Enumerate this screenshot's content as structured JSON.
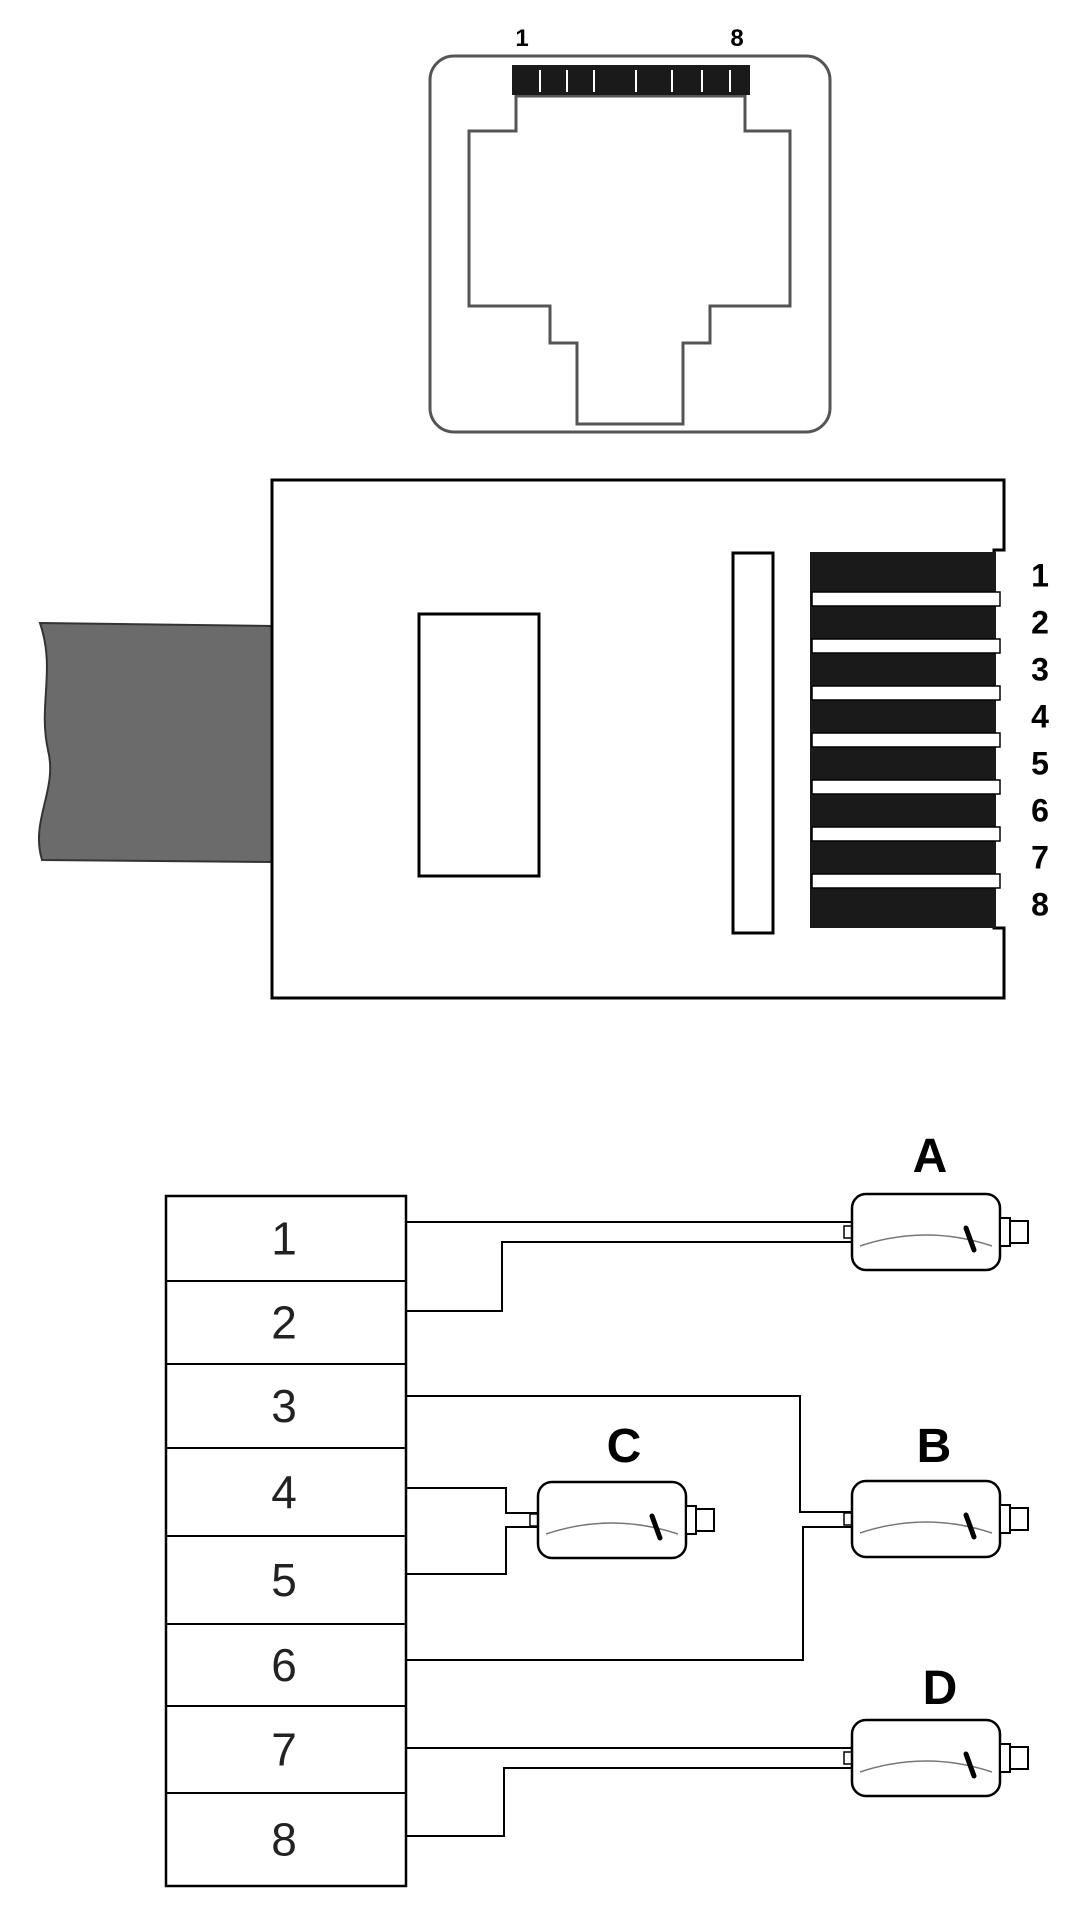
{
  "jack": {
    "label_first": "1",
    "label_last": "8"
  },
  "plug": {
    "pin_labels": [
      "1",
      "2",
      "3",
      "4",
      "5",
      "6",
      "7",
      "8"
    ]
  },
  "wiring": {
    "terminal_labels": [
      "1",
      "2",
      "3",
      "4",
      "5",
      "6",
      "7",
      "8"
    ],
    "connectors": [
      {
        "label": "A",
        "pins": [
          "1",
          "2"
        ]
      },
      {
        "label": "B",
        "pins": [
          "3",
          "6"
        ]
      },
      {
        "label": "C",
        "pins": [
          "4",
          "5"
        ]
      },
      {
        "label": "D",
        "pins": [
          "7",
          "8"
        ]
      }
    ]
  },
  "colors": {
    "line": "#000000",
    "cable": "#6b6b6b",
    "contact": "#1a1a1a",
    "outline": "#555555"
  }
}
